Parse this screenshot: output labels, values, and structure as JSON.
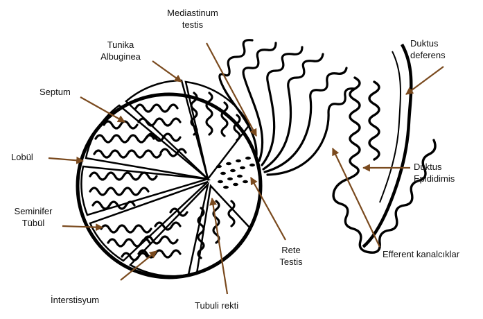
{
  "diagram": {
    "colors": {
      "ink": "#000000",
      "arrow": "#7a4a1e",
      "background": "#ffffff"
    },
    "labels": {
      "mediastinum": "Mediastinum testis",
      "tunika": "Tunika Albuginea",
      "septum": "Septum",
      "lobul": "Lobül",
      "seminifer": "Seminifer Tübül",
      "interstisyum": "İnterstisyum",
      "tubuli_rekti": "Tubuli rekti",
      "rete": "Rete Testis",
      "efferent": "Efferent kanalcıklar",
      "duktus_epididimis": "Duktus Epididimis",
      "duktus_deferens": "Duktus deferens"
    },
    "label_lines": {
      "mediastinum": [
        "Mediastinum",
        "testis"
      ],
      "tunika": [
        "Tunika",
        "Albuginea"
      ],
      "seminifer": [
        "Seminifer",
        "Tübül"
      ],
      "rete": [
        "Rete",
        "Testis"
      ],
      "duktus_epididimis": [
        "Duktus",
        "Epididimis"
      ],
      "duktus_deferens": [
        "Duktus",
        "deferens"
      ]
    }
  }
}
